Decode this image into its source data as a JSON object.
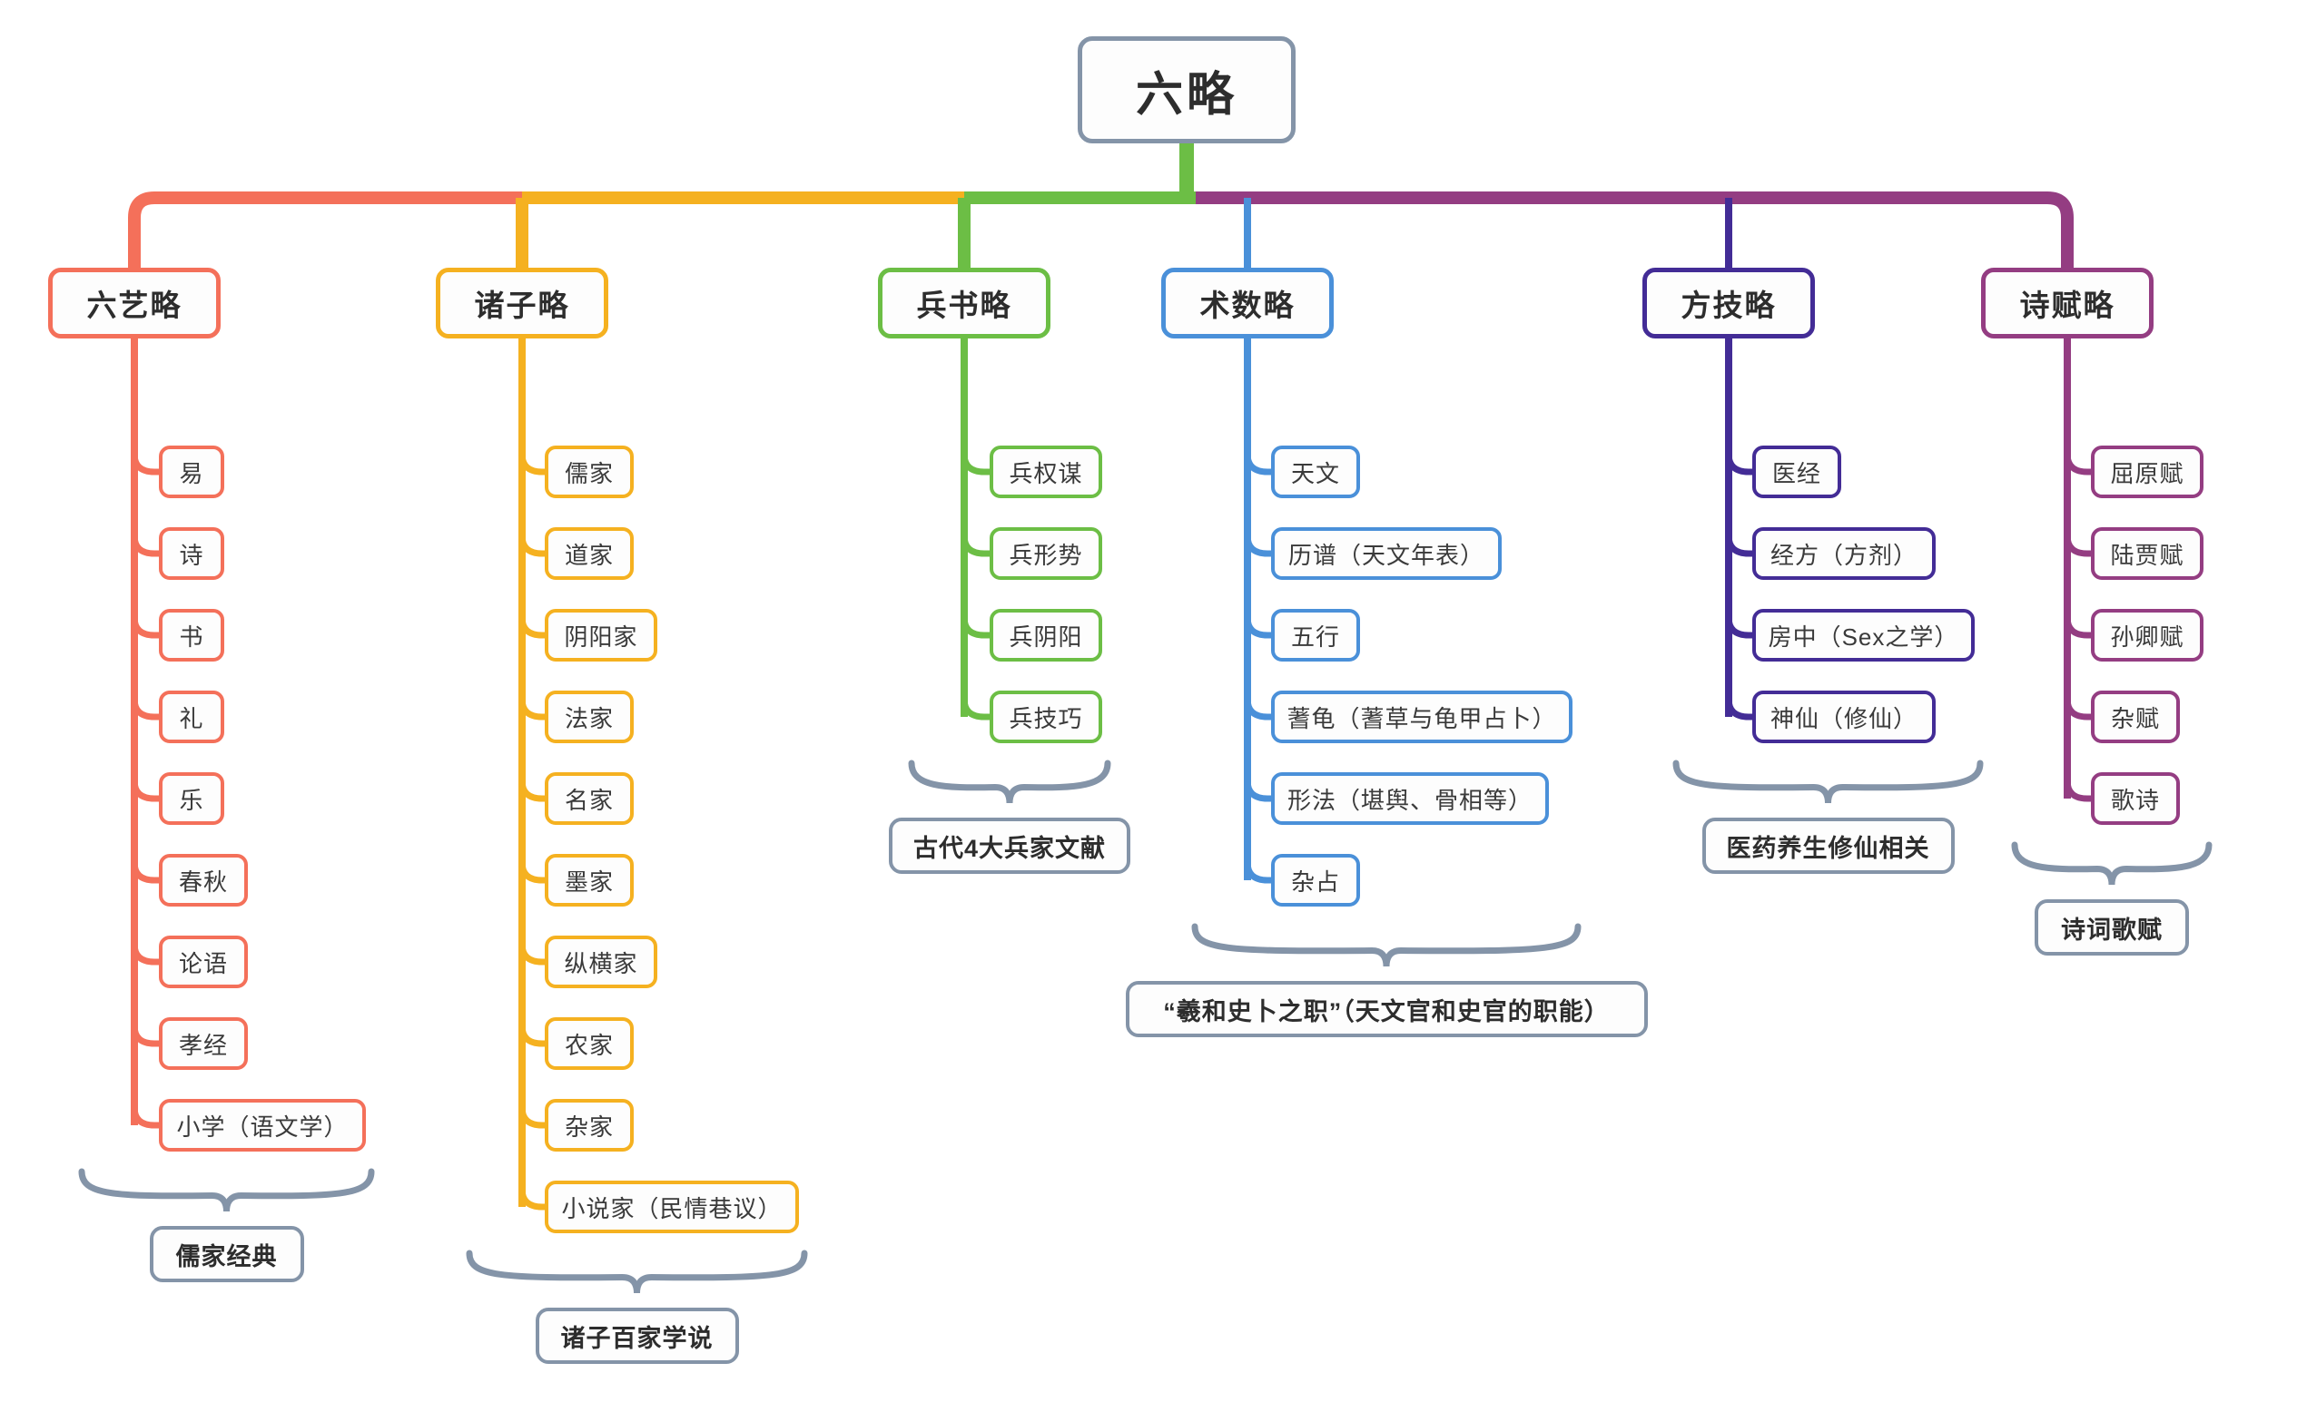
{
  "diagram": {
    "title": "六略",
    "root": {
      "label": "六略",
      "color": "#8494a8"
    },
    "branches": [
      {
        "label": "六艺略",
        "color": "#F4705A",
        "summary": "儒家经典",
        "children": [
          "易",
          "诗",
          "书",
          "礼",
          "乐",
          "春秋",
          "论语",
          "孝经",
          "小学（语文学）"
        ]
      },
      {
        "label": "诸子略",
        "color": "#F5B120",
        "summary": "诸子百家学说",
        "children": [
          "儒家",
          "道家",
          "阴阳家",
          "法家",
          "名家",
          "墨家",
          "纵横家",
          "农家",
          "杂家",
          "小说家（民情巷议）"
        ]
      },
      {
        "label": "兵书略",
        "color": "#6CBE45",
        "summary": "古代4大兵家文献",
        "children": [
          "兵权谋",
          "兵形势",
          "兵阴阳",
          "兵技巧"
        ]
      },
      {
        "label": "术数略",
        "color": "#4A90D9",
        "summary": "“羲和史卜之职”（天文官和史官的职能）",
        "children": [
          "天文",
          "历谱（天文年表）",
          "五行",
          "蓍龟（蓍草与龟甲占卜）",
          "形法（堪舆、骨相等）",
          "杂占"
        ]
      },
      {
        "label": "方技略",
        "color": "#432C96",
        "summary": "医药养生修仙相关",
        "children": [
          "医经",
          "经方（方剂）",
          "房中（Sex之学）",
          "神仙（修仙）"
        ]
      },
      {
        "label": "诗赋略",
        "color": "#943D82",
        "summary": "诗词歌赋",
        "children": [
          "屈原赋",
          "陆贾赋",
          "孙卿赋",
          "杂赋",
          "歌诗"
        ]
      }
    ],
    "colors": {
      "brace": "#8494a8",
      "box_fill": "#fdfdfd",
      "text": "#333333",
      "background": "#ffffff"
    }
  }
}
